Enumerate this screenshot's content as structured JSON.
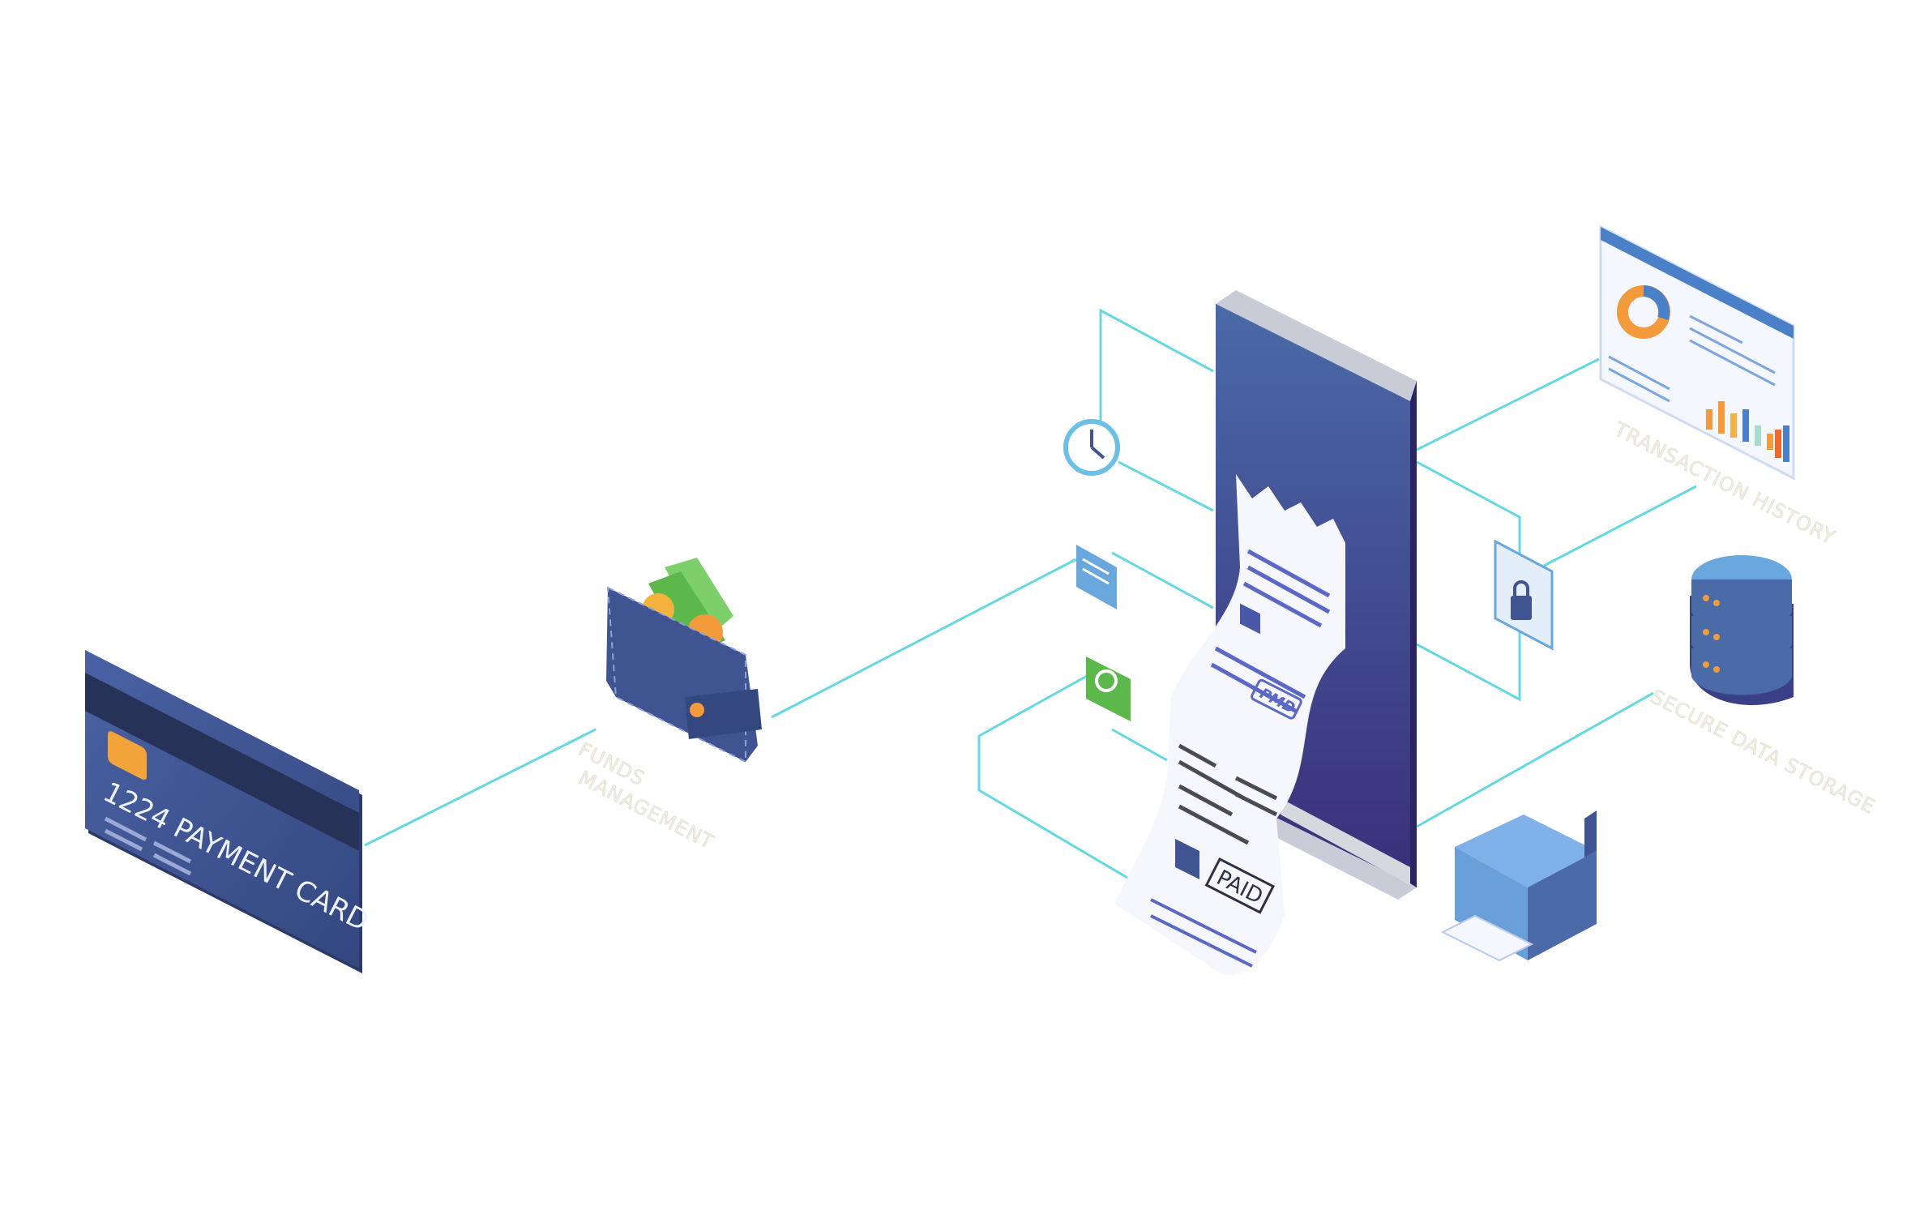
{
  "card": {
    "label": "1224 PAYMENT CARD"
  },
  "labels": {
    "funds_line1": "FUNDS",
    "funds_line2": "MANAGEMENT",
    "transaction_history": "TRANSACTION HISTORY",
    "secure_data_storage": "SECURE DATA STORAGE"
  },
  "receipt": {
    "stamp_top": "PMD",
    "stamp_paid": "PAID"
  },
  "colors": {
    "navy": "#3f5491",
    "cyan": "#66d8e2",
    "orange": "#f39a3c",
    "green": "#5cb84a"
  }
}
